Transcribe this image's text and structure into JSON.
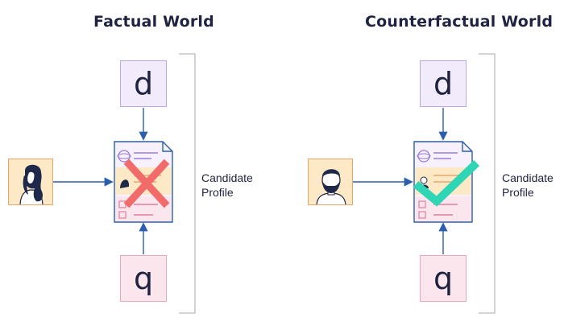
{
  "factual": {
    "title": "Factual World",
    "box_top": "d",
    "box_bottom": "q",
    "label_line1": "Candidate",
    "label_line2": "Profile",
    "verdict": "cross-mark"
  },
  "counterfactual": {
    "title": "Counterfactual World",
    "box_top": "d",
    "box_bottom": "q",
    "label_line1": "Candidate",
    "label_line2": "Profile",
    "verdict": "check-mark"
  },
  "colors": {
    "cross": "#f26b6b",
    "check": "#2fd6b5",
    "arrow": "#2b5fae"
  }
}
